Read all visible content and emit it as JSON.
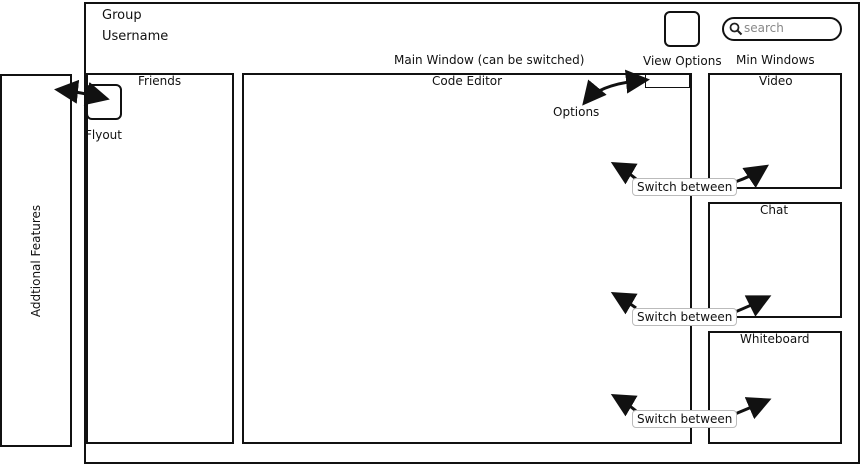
{
  "header": {
    "group_label": "Group",
    "username_label": "Username",
    "main_window_label": "Main Window (can be switched)",
    "view_options_label": "View Options",
    "min_windows_label": "Min Windows"
  },
  "search": {
    "placeholder": "search",
    "icon": "search-icon"
  },
  "side_panel": {
    "label": "Addtional Features"
  },
  "friends": {
    "title": "Friends",
    "flyout_label": "Flyout"
  },
  "editor": {
    "title": "Code Editor",
    "options_label": "Options"
  },
  "min_windows": [
    {
      "title": "Video"
    },
    {
      "title": "Chat"
    },
    {
      "title": "Whiteboard"
    }
  ],
  "switch_labels": [
    "Switch between",
    "Switch between",
    "Switch between"
  ]
}
